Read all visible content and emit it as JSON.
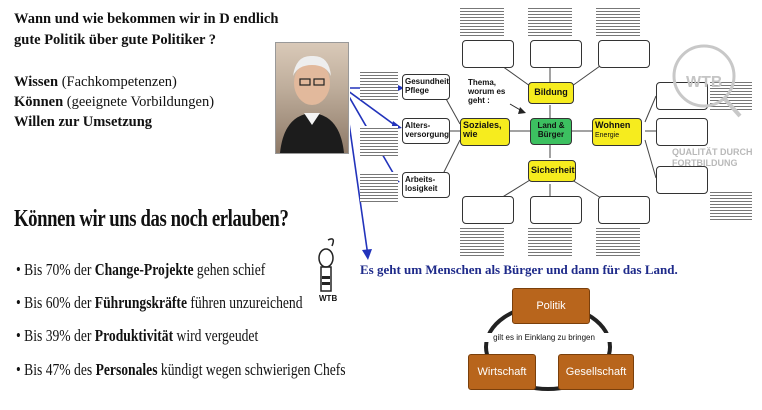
{
  "title_lines": [
    "Wann und wie bekommen wir in D endlich",
    "gute Politik über gute Politiker ?"
  ],
  "criteria": [
    {
      "key": "Wissen",
      "detail": "(Fachkompetenzen)"
    },
    {
      "key": "Können",
      "detail": "(geeignete Vorbildungen)"
    },
    {
      "key": "Willen zur Umsetzung",
      "detail": ""
    }
  ],
  "headline": "Können wir uns das noch erlauben?",
  "bullets": [
    {
      "pre": "• Bis 70% der ",
      "bold": "Change-Projekte",
      "post": " gehen schief"
    },
    {
      "pre": "• Bis 60% der ",
      "bold": "Führungskräfte",
      "post": " führen unzureichend"
    },
    {
      "pre": "• Bis 39% der ",
      "bold": "Produktivität",
      "post": " wird vergeudet"
    },
    {
      "pre": "• Bis 47% des ",
      "bold": "Personales",
      "post": " kündigt wegen schwierigen Chefs"
    }
  ],
  "mindmap": {
    "center": "Land & Bürger",
    "thema": "Thema, worum es geht :",
    "bildung": "Bildung",
    "soziales": "Soziales, wie",
    "wohnen": "Wohnen",
    "wohnen_sub": "Energie",
    "sicherheit": "Sicherheit",
    "gesundheit": "Gesundheit Pflege",
    "alters": "Alters- versorgung",
    "arbeits": "Arbeits- losigkeit"
  },
  "footer": "Es geht um Menschen als Bürger  und dann für das Land.",
  "cycle": {
    "politik": "Politik",
    "wirtschaft": "Wirtschaft",
    "gesellschaft": "Gesellschaft",
    "center": "gilt es in Einklang zu bringen"
  },
  "logo_text": "WTB",
  "watermark": [
    "QUALITÄT DURCH",
    "FORTBILDUNG"
  ],
  "colors": {
    "yellow": "#f6ec1e",
    "green": "#3cc060",
    "brown": "#b8651c",
    "blue": "#1e2a8a",
    "arrow": "#2233bb"
  }
}
